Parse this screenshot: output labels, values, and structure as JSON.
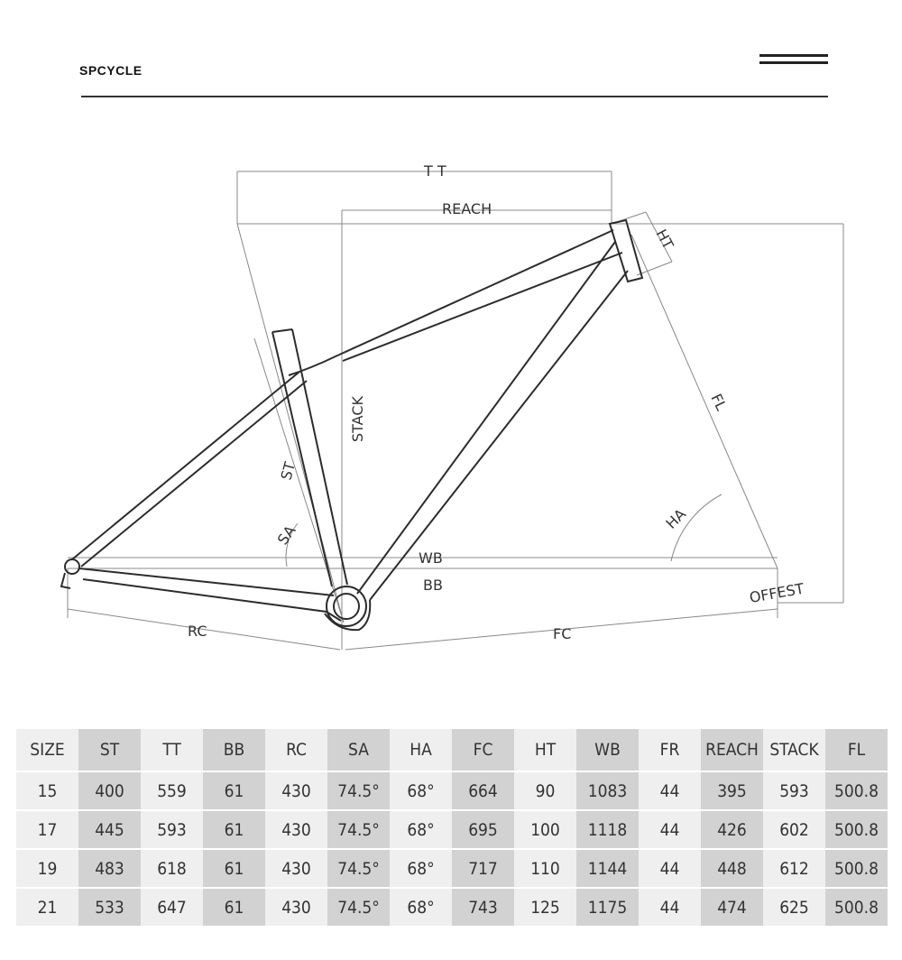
{
  "header": {
    "brand": "SPCYCLE"
  },
  "diagram": {
    "labels": {
      "tt": "T T",
      "reach": "REACH",
      "ht": "HT",
      "stack": "STACK",
      "fl": "FL",
      "st": "ST",
      "sa": "SA",
      "ha": "HA",
      "wb": "WB",
      "bb": "BB",
      "offest": "OFFEST",
      "rc": "RC",
      "fc": "FC"
    }
  },
  "table": {
    "headers": [
      "SIZE",
      "ST",
      "TT",
      "BB",
      "RC",
      "SA",
      "HA",
      "FC",
      "HT",
      "WB",
      "FR",
      "REACH",
      "STACK",
      "FL"
    ],
    "rows": [
      [
        "15",
        "400",
        "559",
        "61",
        "430",
        "74.5°",
        "68°",
        "664",
        "90",
        "1083",
        "44",
        "395",
        "593",
        "500.8"
      ],
      [
        "17",
        "445",
        "593",
        "61",
        "430",
        "74.5°",
        "68°",
        "695",
        "100",
        "1118",
        "44",
        "426",
        "602",
        "500.8"
      ],
      [
        "19",
        "483",
        "618",
        "61",
        "430",
        "74.5°",
        "68°",
        "717",
        "110",
        "1144",
        "44",
        "448",
        "612",
        "500.8"
      ],
      [
        "21",
        "533",
        "647",
        "61",
        "430",
        "74.5°",
        "68°",
        "743",
        "125",
        "1175",
        "44",
        "474",
        "625",
        "500.8"
      ]
    ]
  }
}
